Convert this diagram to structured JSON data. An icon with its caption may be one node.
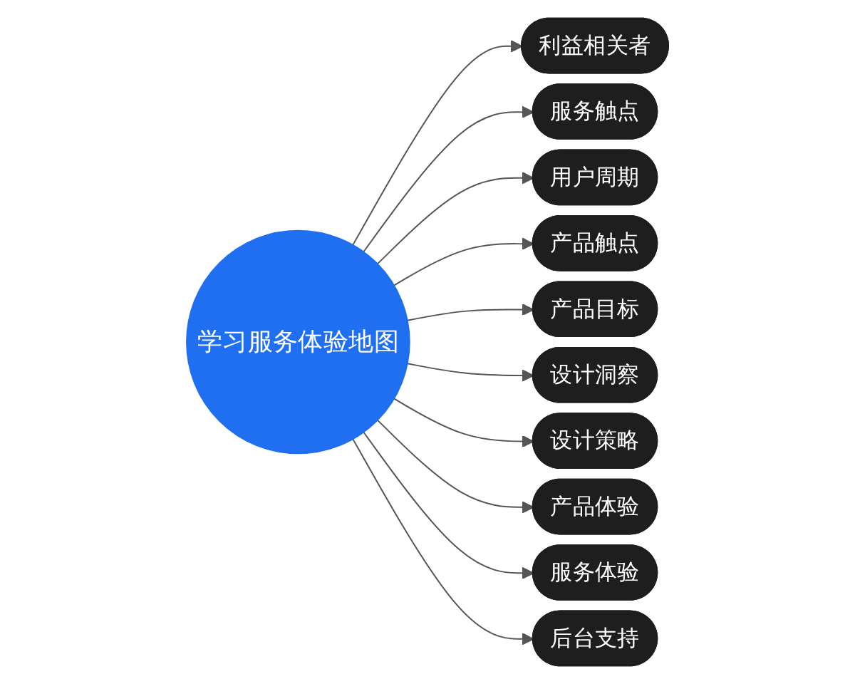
{
  "diagram": {
    "nodes": [
      {
        "text": [
          "学习服务体验地图"
        ]
      },
      {
        "text": [
          "利益相关者"
        ]
      },
      {
        "text": [
          "服务触点"
        ]
      },
      {
        "text": [
          "用户周期"
        ]
      },
      {
        "text": [
          "产品触点"
        ]
      },
      {
        "text": [
          "产品目标"
        ]
      },
      {
        "text": [
          "设计洞察"
        ]
      },
      {
        "text": [
          "设计策略"
        ]
      },
      {
        "text": [
          "产品体验"
        ]
      },
      {
        "text": [
          "服务体验"
        ]
      },
      {
        "text": [
          "后台支持"
        ]
      }
    ],
    "edges": [
      {
        "from": 0,
        "to": 1,
        "arrow": "to"
      },
      {
        "from": 0,
        "to": 2,
        "arrow": "to"
      },
      {
        "from": 0,
        "to": 3,
        "arrow": "to"
      },
      {
        "from": 0,
        "to": 4,
        "arrow": "to"
      },
      {
        "from": 0,
        "to": 5,
        "arrow": "to"
      },
      {
        "from": 0,
        "to": 6,
        "arrow": "to"
      },
      {
        "from": 0,
        "to": 7,
        "arrow": "to"
      },
      {
        "from": 0,
        "to": 8,
        "arrow": "to"
      },
      {
        "from": 0,
        "to": 9,
        "arrow": "to"
      },
      {
        "from": 0,
        "to": 10,
        "arrow": "to"
      }
    ]
  }
}
